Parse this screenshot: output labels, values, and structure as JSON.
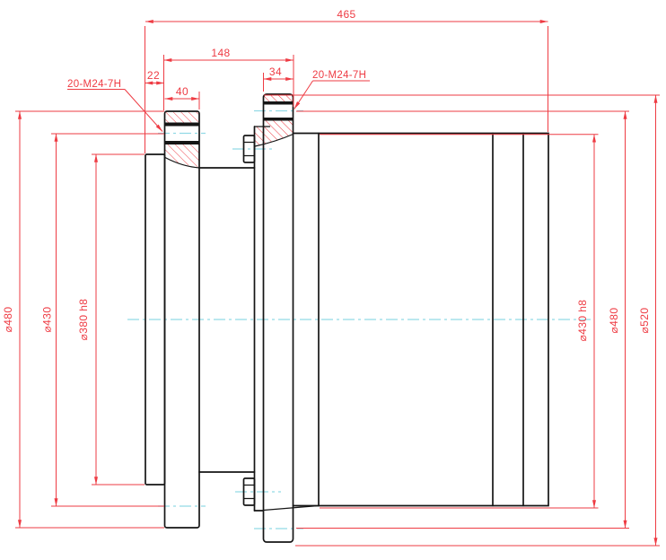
{
  "drawing": {
    "kind": "engineering-section-drawing",
    "subject": "flanged coupling hub, side section view",
    "units": "mm"
  },
  "colors": {
    "dimension_red": "#ee3b43",
    "outline_black": "#151515",
    "centerline_cyan": "#92d9e5",
    "background": "#ffffff"
  },
  "dims": {
    "overall_length": "465",
    "hub_span": "148",
    "spigot_width": "22",
    "boss_width": "40",
    "flange_width": "34",
    "thread_note_left": "20-M24-7H",
    "thread_note_right": "20-M24-7H",
    "dia480_left": "⌀480",
    "dia430_left": "⌀430",
    "dia380": "⌀380 h8",
    "dia430_right": "⌀430 h8",
    "dia480_right": "⌀480",
    "dia520": "⌀520"
  }
}
